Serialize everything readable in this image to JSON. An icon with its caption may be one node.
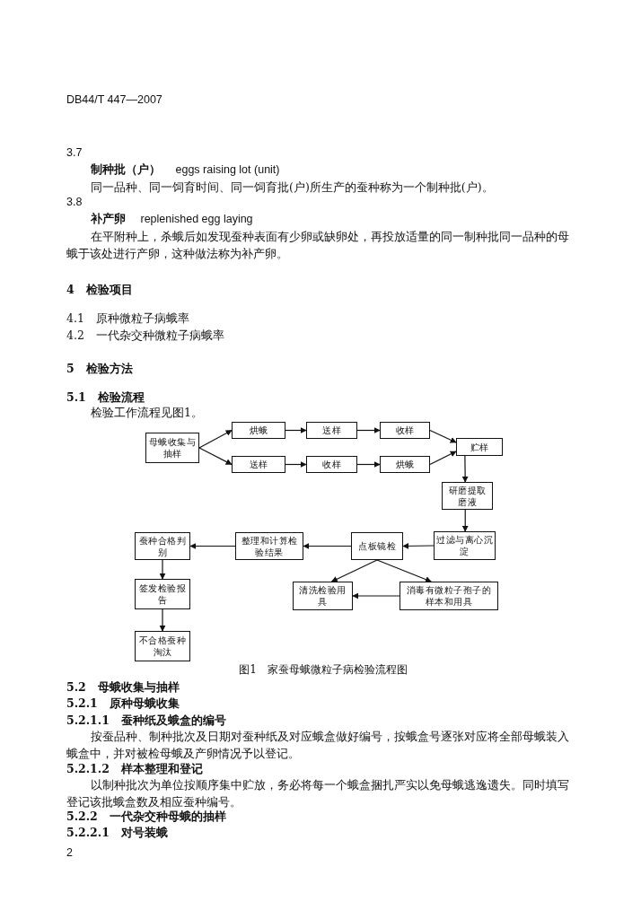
{
  "diagram": {
    "caption": "图1　家蚕母蛾微粒子病检验流程图",
    "nodes": [
      {
        "text": [
          "母蛾收集与抽样"
        ]
      },
      {
        "text": [
          "烘蛾"
        ]
      },
      {
        "text": [
          "送样"
        ]
      },
      {
        "text": [
          "收样"
        ]
      },
      {
        "text": [
          "送样"
        ]
      },
      {
        "text": [
          "收样"
        ]
      },
      {
        "text": [
          "烘蛾"
        ]
      },
      {
        "text": [
          "贮样"
        ]
      },
      {
        "text": [
          "研磨提取磨液"
        ]
      },
      {
        "text": [
          "过滤与离心沉淀"
        ]
      },
      {
        "text": [
          "点板镜检"
        ]
      },
      {
        "text": [
          "整理和计算检验结果"
        ]
      },
      {
        "text": [
          "蚕种合格判别"
        ]
      },
      {
        "text": [
          "签发检验报告"
        ]
      },
      {
        "text": [
          "不合格蚕种淘汰"
        ]
      },
      {
        "text": [
          "清洗检验用具"
        ]
      },
      {
        "text": [
          "消毒有微粒子孢子的样本和用具"
        ]
      }
    ],
    "edges": [
      {
        "from": 0,
        "to": 1,
        "arrow": "to"
      },
      {
        "from": 0,
        "to": 4,
        "arrow": "to"
      },
      {
        "from": 1,
        "to": 2,
        "arrow": "to"
      },
      {
        "from": 2,
        "to": 3,
        "arrow": "to"
      },
      {
        "from": 3,
        "to": 7,
        "arrow": "to"
      },
      {
        "from": 4,
        "to": 5,
        "arrow": "to"
      },
      {
        "from": 5,
        "to": 6,
        "arrow": "to"
      },
      {
        "from": 6,
        "to": 7,
        "arrow": "to"
      },
      {
        "from": 7,
        "to": 8,
        "arrow": "to"
      },
      {
        "from": 8,
        "to": 9,
        "arrow": "to"
      },
      {
        "from": 9,
        "to": 10,
        "arrow": "to"
      },
      {
        "from": 10,
        "to": 11,
        "arrow": "to"
      },
      {
        "from": 11,
        "to": 12,
        "arrow": "to"
      },
      {
        "from": 12,
        "to": 13,
        "arrow": "to"
      },
      {
        "from": 13,
        "to": 14,
        "arrow": "to"
      },
      {
        "from": 10,
        "to": 15,
        "arrow": "to"
      },
      {
        "from": 10,
        "to": 16,
        "arrow": "to"
      },
      {
        "from": 16,
        "to": 15,
        "arrow": "to"
      }
    ],
    "labels": [
      "DB44/T 447—2007",
      "3.7",
      "**制种批（户）**　 eggs raising lot (unit)",
      "同一品种、同一饲育时间、同一饲育批(户)所生产的蚕种称为一个制种批(户)。",
      "3.8",
      "**补产卵**　 replenished egg laying",
      "在平附种上，杀蛾后如发现蚕种表面有少卵或缺卵处，再投放适量的同一制种批同一品种的母蛾于该处进行产卵，这种做法称为补产卵。",
      "4　检验项目",
      "4.1　原种微粒子病蛾率",
      "4.2　一代杂交种微粒子病蛾率",
      "5　检验方法",
      "5.1　检验流程",
      "检验工作流程见图1。",
      "5.2　母蛾收集与抽样",
      "5.2.1　原种母蛾收集",
      "5.2.1.1　蚕种纸及蛾盒的编号",
      "按蚕品种、制种批次及日期对蚕种纸及对应蛾盒做好编号，按蛾盒号逐张对应将全部母蛾装入蛾盒中，并对被检母蛾及产卵情况予以登记。",
      "5.2.1.2　样本整理和登记",
      "以制种批次为单位按顺序集中贮放，务必将每一个蛾盒捆扎严实以免母蛾逃逸遗失。同时填写登记该批蛾盒数及相应蚕种编号。",
      "5.2.2　一代杂交种母蛾的抽样",
      "5.2.2.1　对号装蛾",
      "2"
    ]
  }
}
